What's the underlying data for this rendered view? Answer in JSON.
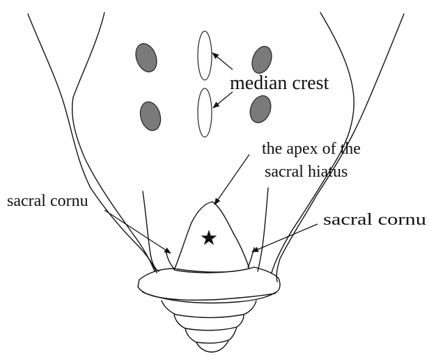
{
  "labels": {
    "median_crest": "median crest",
    "apex_line1": "the apex of the",
    "apex_line2": "sacral hiatus",
    "sacral_cornu_left": "sacral cornu",
    "sacral_cornu_right": "sacral cornu"
  },
  "colors": {
    "line": "#111111",
    "foramen_fill": "#7a7a7a",
    "crest_fill": "#ffffff"
  },
  "icons": {
    "hiatus_marker": "star-icon"
  }
}
